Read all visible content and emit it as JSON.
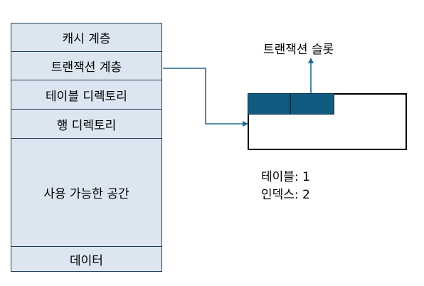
{
  "stack": {
    "layers": [
      {
        "label": "캐시 계층"
      },
      {
        "label": "트랜잭션 계층"
      },
      {
        "label": "테이블 디렉토리"
      },
      {
        "label": "행 디렉토리"
      },
      {
        "label": "사용 가능한 공간"
      },
      {
        "label": "데이터"
      }
    ]
  },
  "slot_title": "트랜잭션 슬롯",
  "info": {
    "table_line": "테이블: 1",
    "index_line": "인덱스: 2"
  },
  "colors": {
    "layer_fill": "#dce6f1",
    "slot_fill": "#125b80",
    "arrow": "#1e6a8f"
  }
}
